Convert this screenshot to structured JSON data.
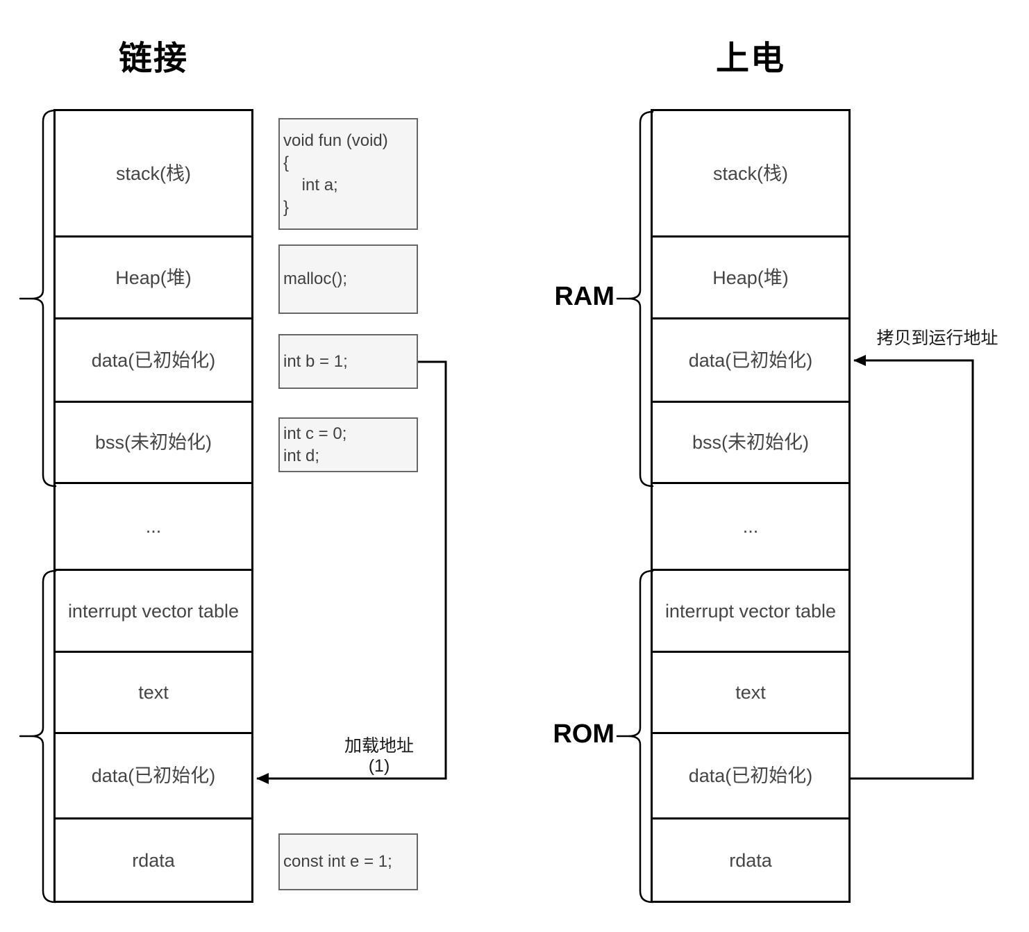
{
  "titles": {
    "left": "链接",
    "right": "上电"
  },
  "left_column": {
    "rows": [
      "stack(栈)",
      "Heap(堆)",
      "data(已初始化)",
      "bss(未初始化)",
      "...",
      "interrupt vector table",
      "text",
      "data(已初始化)",
      "rdata"
    ]
  },
  "right_column": {
    "rows": [
      "stack(栈)",
      "Heap(堆)",
      "data(已初始化)",
      "bss(未初始化)",
      "...",
      "interrupt vector table",
      "text",
      "data(已初始化)",
      "rdata"
    ]
  },
  "memory_labels": {
    "ram": "RAM",
    "rom": "ROM"
  },
  "code_snippets": {
    "fun": "void fun (void)\n{\n    int a;\n}",
    "malloc": "malloc();",
    "int_b": "int b = 1;",
    "int_cd": "int c = 0;\nint d;",
    "const_e": "const int e = 1;"
  },
  "arrow_labels": {
    "load_address": "加载地址",
    "load_address_note": "(1)",
    "copy_to_run_address": "拷贝到运行地址"
  },
  "colors": {
    "line": "#000000",
    "box_label": "#454545",
    "code_background": "#f5f5f5",
    "code_border": "#666666",
    "code_text": "#404040"
  }
}
